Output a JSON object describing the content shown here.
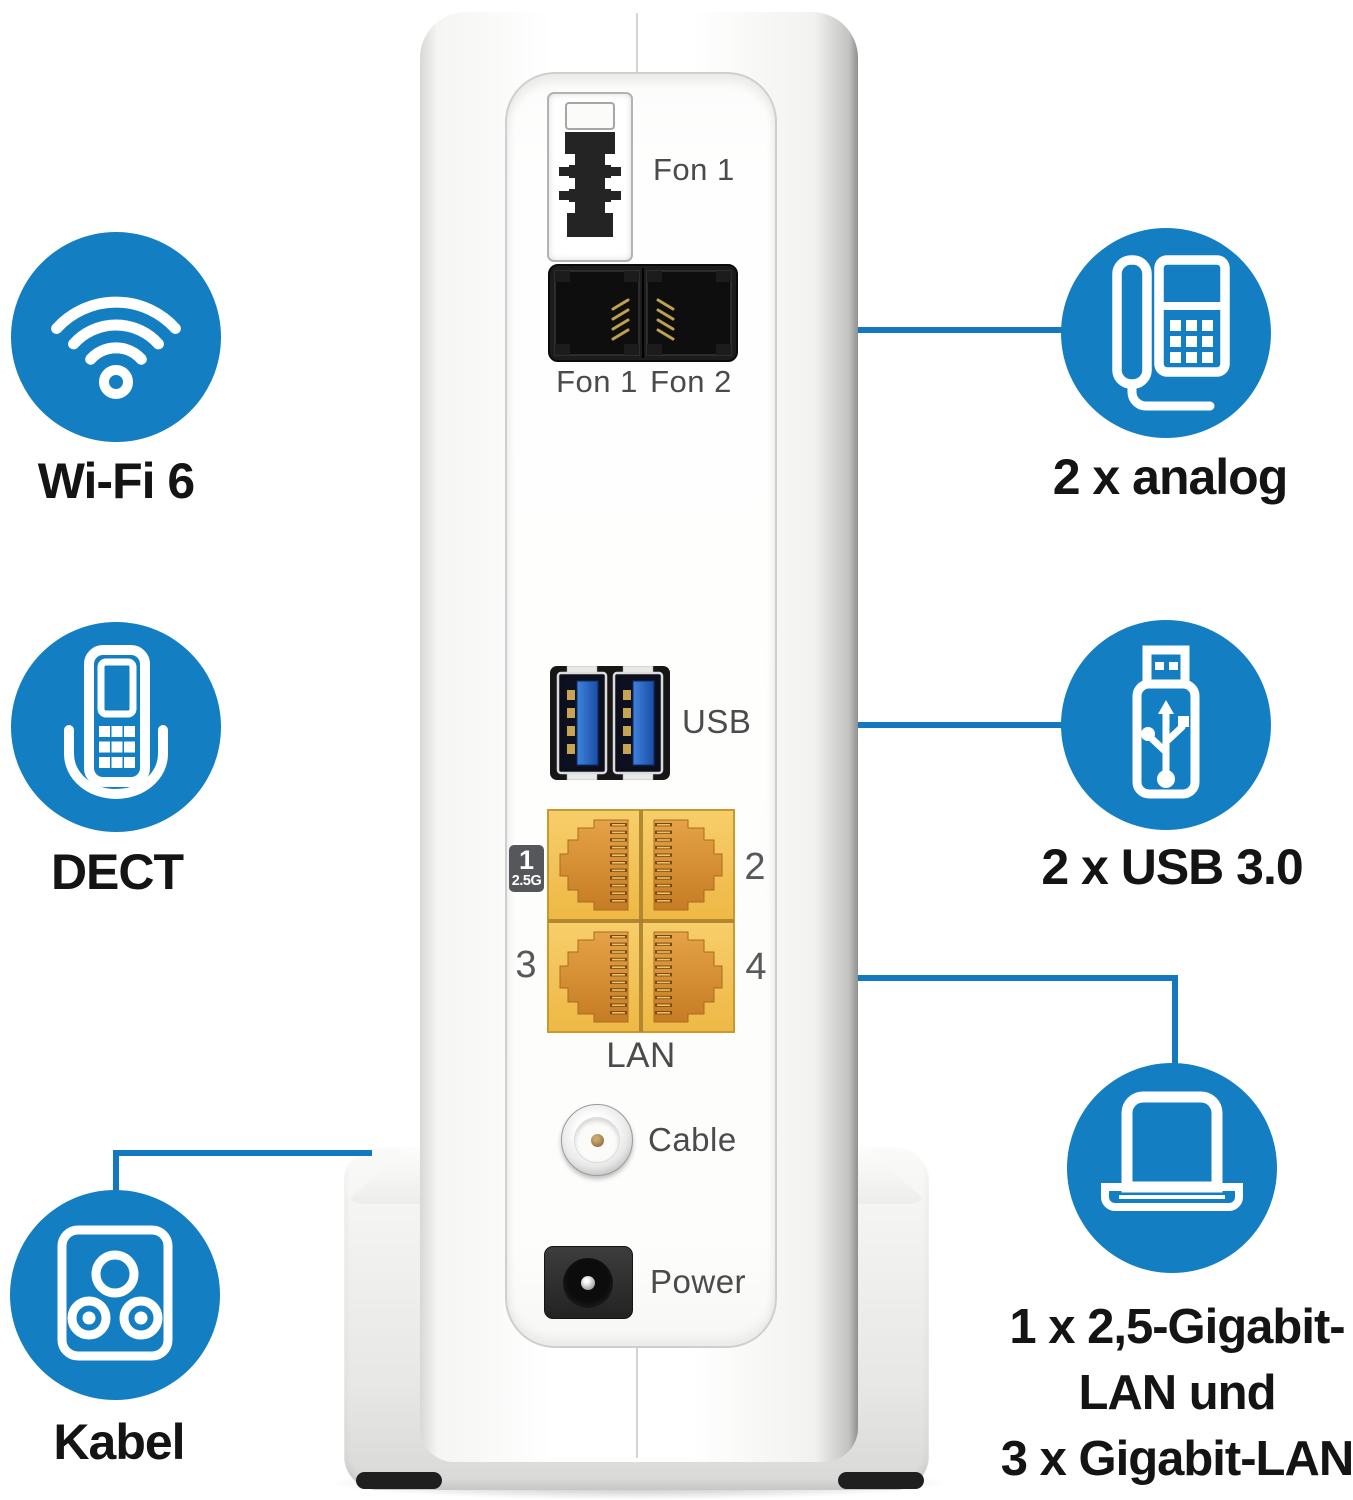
{
  "callouts": {
    "left": [
      {
        "label": "Wi-Fi 6",
        "icon": "wifi-icon"
      },
      {
        "label": "DECT",
        "icon": "dect-handset-icon"
      },
      {
        "label": "Kabel",
        "icon": "cable-socket-icon"
      }
    ],
    "right": [
      {
        "label": "2 x analog",
        "icon": "desk-phone-icon"
      },
      {
        "label": "2 x USB 3.0",
        "icon": "usb-stick-icon"
      },
      {
        "label_lines": [
          "1 x 2,5-Gigabit-",
          "LAN und",
          "3 x Gigabit-LAN"
        ],
        "icon": "laptop-icon"
      }
    ]
  },
  "router": {
    "tae_label": "Fon 1",
    "rj_port_labels": [
      "Fon 1",
      "Fon 2"
    ],
    "usb_label": "USB",
    "lan": {
      "badge_number": "1",
      "badge_speed": "2.5G",
      "port2": "2",
      "port3": "3",
      "port4": "4",
      "group_label": "LAN"
    },
    "cable_label": "Cable",
    "power_label": "Power"
  },
  "colors": {
    "accent_blue": "#137fc2",
    "line_blue": "#1478be",
    "lan_yellow": "#f4c45c",
    "lan_orange": "#c67c24",
    "usb_blue": "#2f6fd0",
    "badge_gray": "#55575a"
  }
}
